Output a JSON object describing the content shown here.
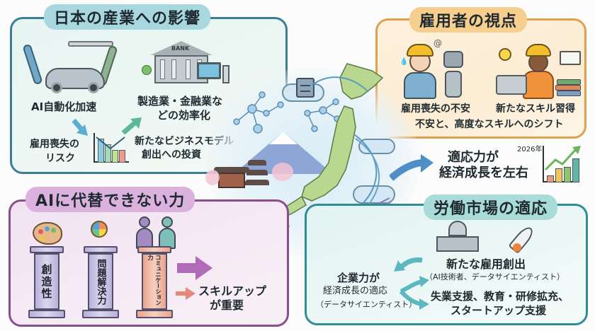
{
  "panels": {
    "industry": {
      "title": "日本の産業への影響",
      "automation_label": "AI自動化加速",
      "efficiency_label_line1": "製造業・金融業な",
      "efficiency_label_line2": "どの効率化",
      "job_loss_label_line1": "雇用喪失の",
      "job_loss_label_line2": "リスク",
      "investment_label_line1": "新たなビジネスモデル",
      "investment_label_line2": "創出への投資",
      "bank_sign": "BANK",
      "colors": {
        "border": "#3b7f92",
        "title_bg": "#a9d7df"
      }
    },
    "employee": {
      "title": "雇用者の視点",
      "anxiety_label": "雇用喪失の不安",
      "reskill_label": "新たなスキル習得",
      "summary": "不安と、高度なスキルへのシフト",
      "colors": {
        "border": "#e0a04f",
        "title_bg": "#f6cf8e"
      }
    },
    "irreplaceable": {
      "title": "AIに代替できない力",
      "pillars": [
        {
          "label": "創造性",
          "icon": "palette-icon",
          "color": "#c3badf"
        },
        {
          "label": "問題解決力",
          "icon": "lightbulb-puzzle-icon",
          "color": "#c3badf"
        },
        {
          "label": "コミュニケーション力",
          "icon": "handshake-icon",
          "color": "#eeb3a0"
        }
      ],
      "conclusion_line1": "スキルアップ",
      "conclusion_line2": "が重要",
      "colors": {
        "border": "#8a4d8e",
        "title_bg": "#dbb2de"
      }
    },
    "labor": {
      "title": "労働市場の適応",
      "job_creation_label": "新たな雇用創出",
      "job_creation_examples": "（AI技術者、データサイエンティスト）",
      "corporate_line1": "企業力が",
      "corporate_line2": "経済成長の適応",
      "corporate_line3": "（データサイエンティスト）",
      "support_line1": "失業支援、教育・研修拡充、",
      "support_line2": "スタートアップ支援",
      "colors": {
        "border": "#2f8e93",
        "title_bg": "#a9dcd8"
      }
    }
  },
  "center": {
    "adaptability_line1": "適応力が",
    "adaptability_line2": "経済成長を左右",
    "year_label": "2026年"
  },
  "chart_data": [
    {
      "type": "bar",
      "title": "",
      "categories": [
        "1",
        "2",
        "3",
        "4"
      ],
      "values": [
        4,
        3,
        2,
        2
      ],
      "trend_line": "down-then-up",
      "colors": [
        "#8ecbe0",
        "#a7d9b5",
        "#bfe28f",
        "#f29a86"
      ],
      "xlabel": "",
      "ylabel": ""
    },
    {
      "type": "bar",
      "title": "2026年",
      "categories": [
        "1",
        "2",
        "3",
        "4"
      ],
      "values": [
        1,
        2,
        2.2,
        3.4
      ],
      "trend_line": "upward",
      "colors": [
        "#ee9c78",
        "#f4c75a",
        "#8fc66a",
        "#5fb7a7"
      ],
      "xlabel": "",
      "ylabel": ""
    }
  ]
}
